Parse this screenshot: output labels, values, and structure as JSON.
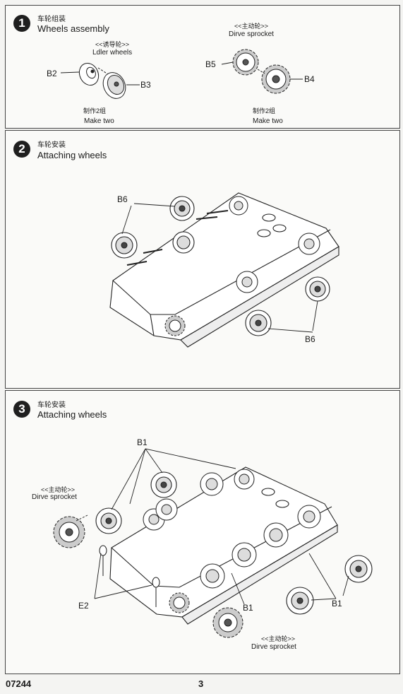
{
  "steps": [
    {
      "number": "1",
      "title_cn": "车轮组装",
      "title_en": "Wheels assembly",
      "idler_cn": "<<诱导轮>>",
      "idler_en": "Ldler wheels",
      "sprocket_cn": "<<主动轮>>",
      "sprocket_en": "Dirve sprocket",
      "parts": [
        "B2",
        "B3",
        "B5",
        "B4"
      ],
      "make_cn": "制作2组",
      "make_en": "Make two"
    },
    {
      "number": "2",
      "title_cn": "车轮安装",
      "title_en": "Attaching wheels",
      "parts": [
        "B6",
        "B6"
      ]
    },
    {
      "number": "3",
      "title_cn": "车轮安装",
      "title_en": "Attaching wheels",
      "sprocket_cn": "<<主动轮>>",
      "sprocket_en": "Dirve sprocket",
      "parts": [
        "B1",
        "E2",
        "B1",
        "B1"
      ]
    }
  ],
  "footer": {
    "code": "07244",
    "page": "3"
  }
}
